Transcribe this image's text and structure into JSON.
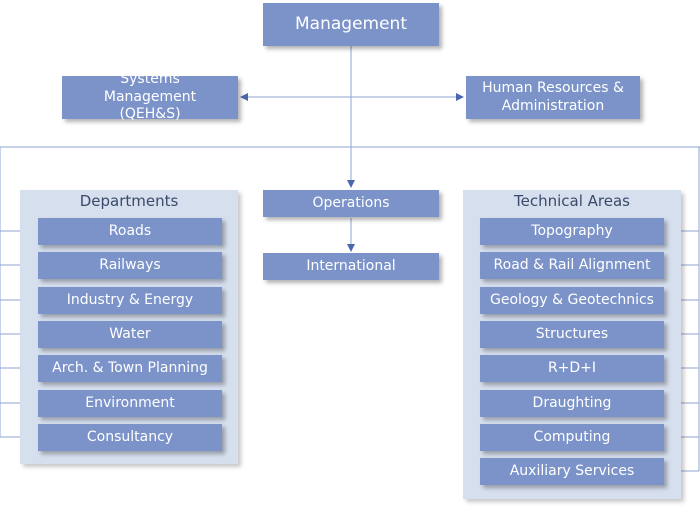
{
  "top": {
    "title": "Management"
  },
  "staff": {
    "left": "Systems Management (QEH&S)",
    "right": "Human Resources & Administration"
  },
  "center": {
    "operations": "Operations",
    "international": "International"
  },
  "departments": {
    "title": "Departments",
    "items": [
      "Roads",
      "Railways",
      "Industry & Energy",
      "Water",
      "Arch. & Town Planning",
      "Environment",
      "Consultancy"
    ]
  },
  "technical": {
    "title": "Technical Areas",
    "items": [
      "Topography",
      "Road & Rail Alignment",
      "Geology & Geotechnics",
      "Structures",
      "R+D+I",
      "Draughting",
      "Computing",
      "Auxiliary Services"
    ]
  },
  "colors": {
    "box": "#7b93c9",
    "panel": "#d6dfee",
    "line": "#8fa3cf"
  }
}
